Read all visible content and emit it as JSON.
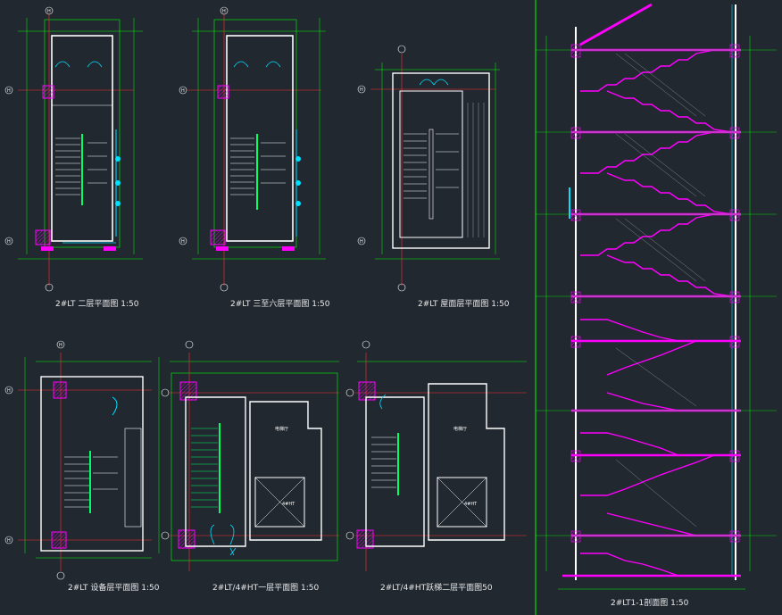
{
  "colors": {
    "background": "#212830",
    "wall": "#ffffff",
    "dimension": "#00ff00",
    "axis": "#ff3030",
    "column": "#ff00ff",
    "door": "#00e0ff",
    "stair_rail": "#00ff66",
    "hatch_grey": "#9aa0a6"
  },
  "grid_bubbles": {
    "top": "H",
    "left": "H",
    "left_bottom": "H"
  },
  "drawings": [
    {
      "id": "plan-2f",
      "caption": "2#LT 二层平面图 1:50"
    },
    {
      "id": "plan-3-6f",
      "caption": "2#LT 三至六层平面图 1:50"
    },
    {
      "id": "plan-roof",
      "caption": "2#LT 屋面层平面图 1:50"
    },
    {
      "id": "plan-equipment",
      "caption": "2#LT 设备层平面图 1:50"
    },
    {
      "id": "plan-lt4ht-1f",
      "caption": "2#LT/4#HT一层平面图 1:50"
    },
    {
      "id": "plan-lt4ht-2f",
      "caption": "2#LT/4#HT跃梯二层平面图50"
    },
    {
      "id": "section-1-1",
      "caption": "2#LT1-1剖面图 1:50"
    }
  ],
  "room_labels": {
    "elevator_shaft": "4#HT",
    "elevator_room": "电梯厅"
  }
}
